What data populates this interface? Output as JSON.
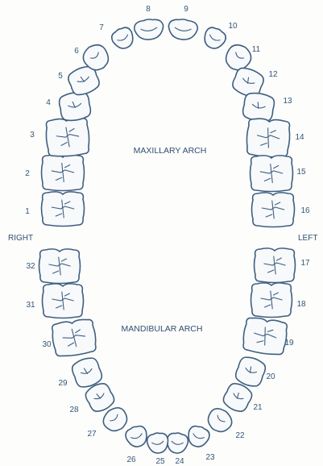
{
  "labels": {
    "maxillary": "MAXILLARY ARCH",
    "mandibular": "MANDIBULAR ARCH",
    "right": "RIGHT",
    "left": "LEFT"
  },
  "teeth": [
    {
      "number": "1",
      "type": "molar"
    },
    {
      "number": "2",
      "type": "molar"
    },
    {
      "number": "3",
      "type": "molar"
    },
    {
      "number": "4",
      "type": "premolar"
    },
    {
      "number": "5",
      "type": "premolar"
    },
    {
      "number": "6",
      "type": "canine"
    },
    {
      "number": "7",
      "type": "lateral-incisor"
    },
    {
      "number": "8",
      "type": "central-incisor"
    },
    {
      "number": "9",
      "type": "central-incisor"
    },
    {
      "number": "10",
      "type": "lateral-incisor"
    },
    {
      "number": "11",
      "type": "canine"
    },
    {
      "number": "12",
      "type": "premolar"
    },
    {
      "number": "13",
      "type": "premolar"
    },
    {
      "number": "14",
      "type": "molar"
    },
    {
      "number": "15",
      "type": "molar"
    },
    {
      "number": "16",
      "type": "molar"
    },
    {
      "number": "17",
      "type": "molar"
    },
    {
      "number": "18",
      "type": "molar"
    },
    {
      "number": "19",
      "type": "molar"
    },
    {
      "number": "20",
      "type": "premolar"
    },
    {
      "number": "21",
      "type": "premolar"
    },
    {
      "number": "22",
      "type": "canine"
    },
    {
      "number": "23",
      "type": "lateral-incisor"
    },
    {
      "number": "24",
      "type": "central-incisor"
    },
    {
      "number": "25",
      "type": "central-incisor"
    },
    {
      "number": "26",
      "type": "lateral-incisor"
    },
    {
      "number": "27",
      "type": "canine"
    },
    {
      "number": "28",
      "type": "premolar"
    },
    {
      "number": "29",
      "type": "premolar"
    },
    {
      "number": "30",
      "type": "molar"
    },
    {
      "number": "31",
      "type": "molar"
    },
    {
      "number": "32",
      "type": "molar"
    }
  ],
  "colors": {
    "outline": "#3f5f80",
    "text": "#33557a",
    "fill": "#f7f9fb"
  }
}
